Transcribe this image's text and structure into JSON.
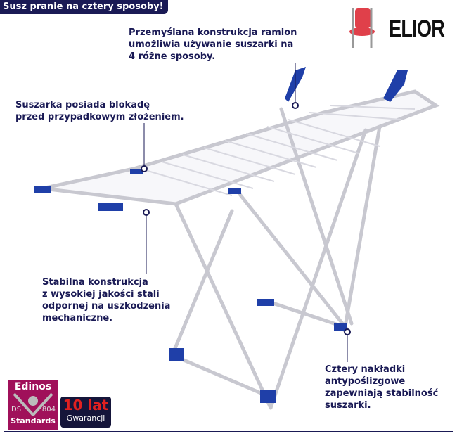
{
  "title": "Susz pranie na cztery sposoby!",
  "brand": "ELIOR",
  "notes": [
    "Przemyślana konstrukcja ramion\numożliwia używanie suszarki na\n4 różne sposoby.",
    "Suszarka posiada blokadę\nprzed przypadkowym złożeniem.",
    "Stabilna konstrukcja\nz wysokiej jakości stali\nodpornej na uszkodzenia\nmechaniczne.",
    "Cztery nakładki\nantypoślizgowe\nzapewniają stabilność\nsuszarki."
  ],
  "badges": {
    "edinos_top": "Edinos",
    "edinos_left": "DSI",
    "edinos_right": "804",
    "edinos_bottom": "Standards",
    "years": "10 lat",
    "warranty": "Gwarancji"
  },
  "colors": {
    "navy": "#1a1a55",
    "accent": "#2040b0",
    "badge": "#a0105a"
  }
}
